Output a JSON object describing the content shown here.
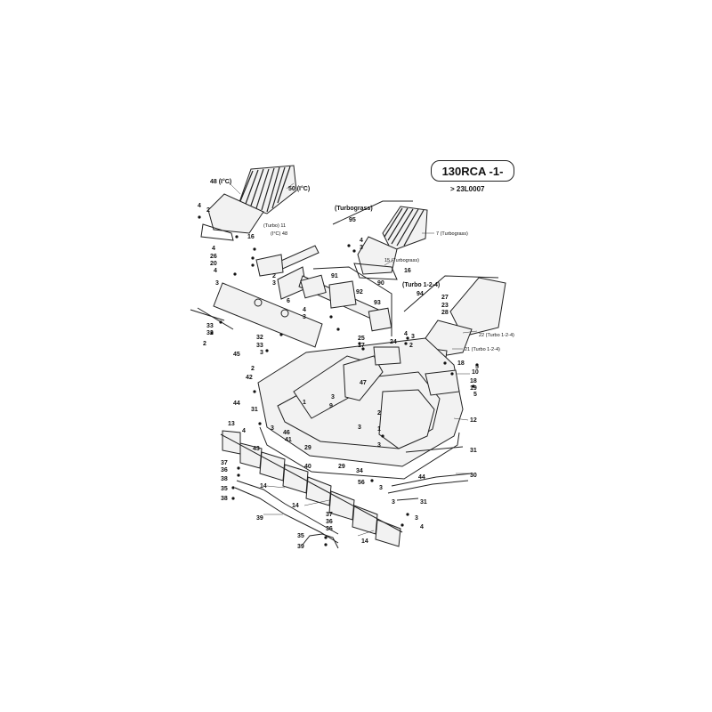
{
  "header": {
    "model": "130RCA -1-",
    "serial": "> 23L0007"
  },
  "callouts": [
    "48 (I°C)",
    "50 (I°C)",
    "4",
    "2",
    "16",
    "(Turbo) 11",
    "(I°C) 48",
    "(Turbograss)",
    "95",
    "4",
    "3",
    "7 (Turbograss)",
    "15 (Turbograss)",
    "16",
    "4",
    "26",
    "20",
    "4",
    "2",
    "3",
    "3",
    "6",
    "91",
    "92",
    "93",
    "90",
    "(Turbo 1-2-4)",
    "94",
    "27",
    "23",
    "28",
    "22 (Turbo 1-2-4)",
    "21 (Turbo 1-2-4)",
    "4",
    "3",
    "2",
    "5",
    "18",
    "2",
    "33",
    "32",
    "45",
    "32",
    "33",
    "3",
    "2",
    "4",
    "3",
    "25",
    "17",
    "24",
    "10",
    "18",
    "19",
    "5",
    "42",
    "47",
    "44",
    "31",
    "1",
    "3",
    "9",
    "2",
    "3",
    "1",
    "12",
    "13",
    "4",
    "3",
    "46",
    "41",
    "43",
    "29",
    "3",
    "31",
    "37",
    "36",
    "38",
    "35",
    "38",
    "14",
    "40",
    "34",
    "29",
    "56",
    "3",
    "44",
    "30",
    "39",
    "14",
    "37",
    "36",
    "3",
    "31",
    "3",
    "4",
    "35",
    "36",
    "39",
    "14"
  ]
}
